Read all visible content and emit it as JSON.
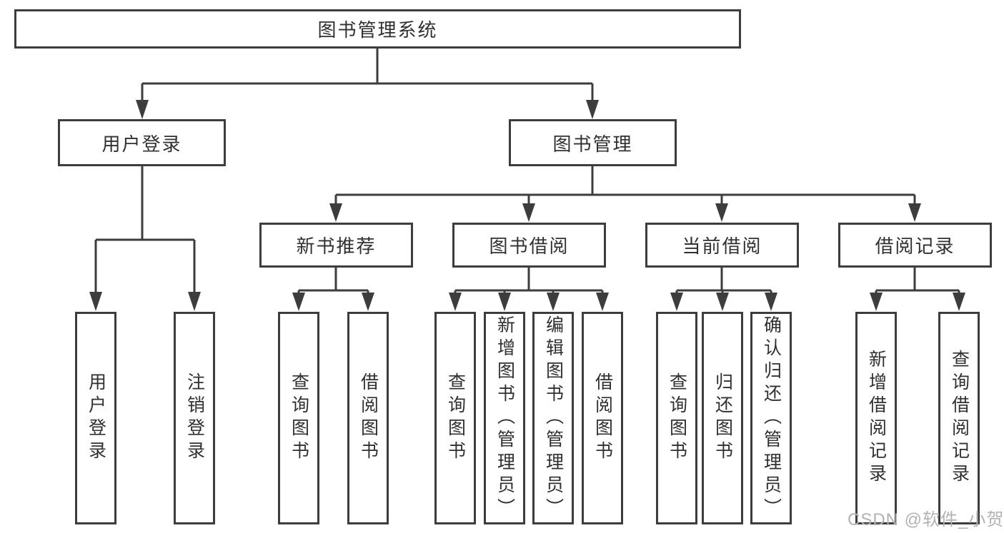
{
  "colors": {
    "line": "#3d3d3d",
    "box_border": "#3d3d3d",
    "text": "#303030",
    "watermark": "#b2b2b2",
    "background": "#ffffff"
  },
  "tree": {
    "root": {
      "label": "图书管理系统"
    },
    "branches": [
      {
        "label": "用户登录",
        "children": [
          {
            "label": "用户登录"
          },
          {
            "label": "注销登录"
          }
        ]
      },
      {
        "label": "图书管理",
        "children": [
          {
            "label": "新书推荐",
            "children": [
              {
                "label": "查询图书"
              },
              {
                "label": "借阅图书"
              }
            ]
          },
          {
            "label": "图书借阅",
            "children": [
              {
                "label": "查询图书"
              },
              {
                "label": "新增图书（管理员）"
              },
              {
                "label": "编辑图书（管理员）"
              },
              {
                "label": "借阅图书"
              }
            ]
          },
          {
            "label": "当前借阅",
            "children": [
              {
                "label": "查询图书"
              },
              {
                "label": "归还图书"
              },
              {
                "label": "确认归还（管理员）"
              }
            ]
          },
          {
            "label": "借阅记录",
            "children": [
              {
                "label": "新增借阅记录"
              },
              {
                "label": "查询借阅记录"
              }
            ]
          }
        ]
      }
    ]
  },
  "watermark": {
    "text": "CSDN @软件_小贺同学"
  }
}
